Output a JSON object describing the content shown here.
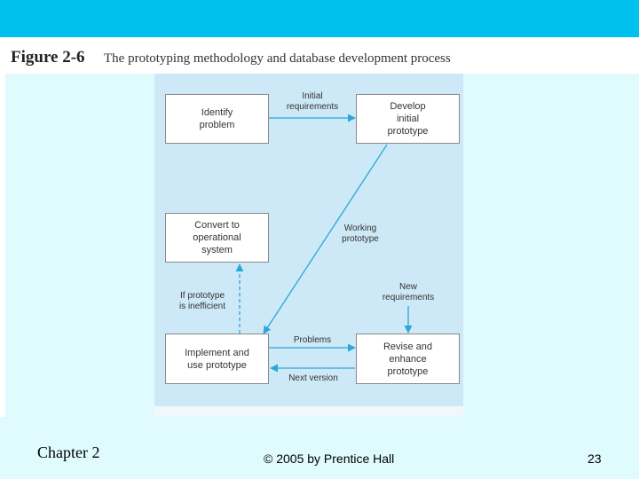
{
  "figure": {
    "number": "Figure 2-6",
    "title": "The prototyping methodology and database development process"
  },
  "boxes": {
    "identify": "Identify\nproblem",
    "develop": "Develop\ninitial\nprototype",
    "convert": "Convert to\noperational\nsystem",
    "implement": "Implement and\nuse prototype",
    "revise": "Revise and\nenhance\nprototype"
  },
  "labels": {
    "initial_requirements": "Initial\nrequirements",
    "working_prototype": "Working\nprototype",
    "new_requirements": "New\nrequirements",
    "if_inefficient": "If prototype\nis inefficient",
    "problems": "Problems",
    "next_version": "Next version"
  },
  "footer": {
    "chapter": "Chapter 2",
    "copyright": "© 2005 by Prentice Hall",
    "page": "23"
  },
  "colors": {
    "header_band": "#00c0f0",
    "background": "#e0fbfd",
    "diagram_panel": "#cde8f6",
    "arrow": "#2aa8d8"
  }
}
